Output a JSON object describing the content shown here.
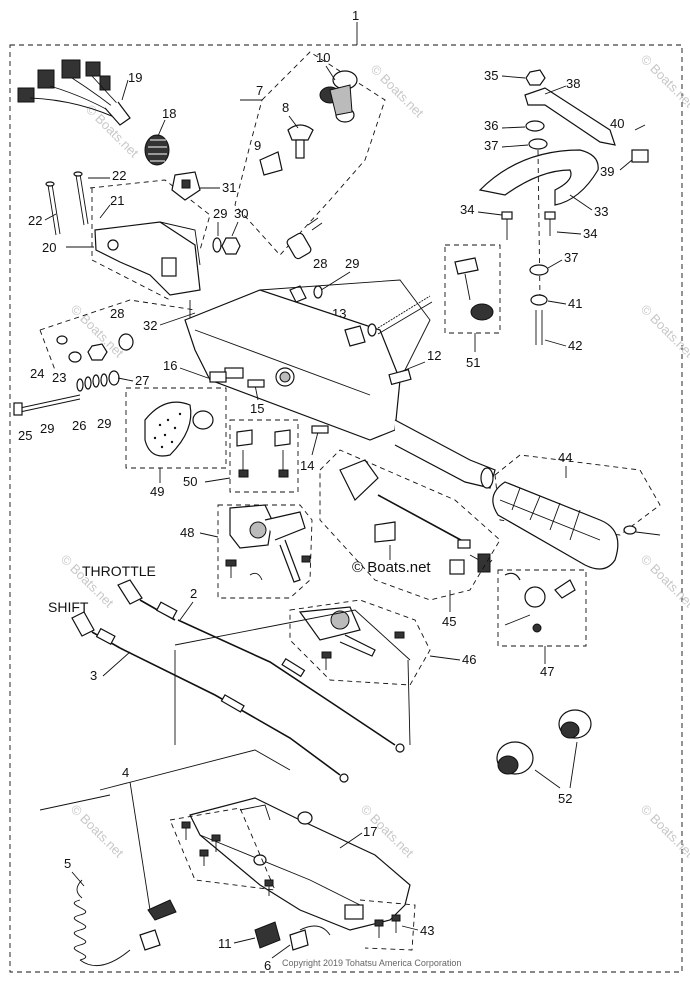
{
  "diagram": {
    "title_number": "1",
    "labels": {
      "throttle": "THROTTLE",
      "shift": "SHIFT"
    },
    "watermark": "© Boats.net",
    "copyright": "Copyright 2019 Tohatsu America Corporation",
    "callouts": {
      "c2": "2",
      "c3": "3",
      "c4": "4",
      "c5": "5",
      "c6": "6",
      "c7": "7",
      "c8": "8",
      "c9": "9",
      "c10": "10",
      "c11": "11",
      "c12": "12",
      "c13": "13",
      "c14": "14",
      "c15": "15",
      "c16": "16",
      "c17": "17",
      "c18": "18",
      "c19": "19",
      "c20": "20",
      "c21": "21",
      "c22a": "22",
      "c22b": "22",
      "c23": "23",
      "c24": "24",
      "c25": "25",
      "c26": "26",
      "c27": "27",
      "c28a": "28",
      "c28b": "28",
      "c29a": "29",
      "c29b": "29",
      "c29c": "29",
      "c29d": "29",
      "c30": "30",
      "c31": "31",
      "c32": "32",
      "c33": "33",
      "c34a": "34",
      "c34b": "34",
      "c35": "35",
      "c36": "36",
      "c37a": "37",
      "c37b": "37",
      "c38": "38",
      "c39": "39",
      "c40": "40",
      "c41": "41",
      "c42": "42",
      "c43": "43",
      "c44": "44",
      "c45": "45",
      "c46": "46",
      "c47": "47",
      "c48": "48",
      "c49": "49",
      "c50": "50",
      "c51": "51",
      "c52": "52"
    }
  }
}
